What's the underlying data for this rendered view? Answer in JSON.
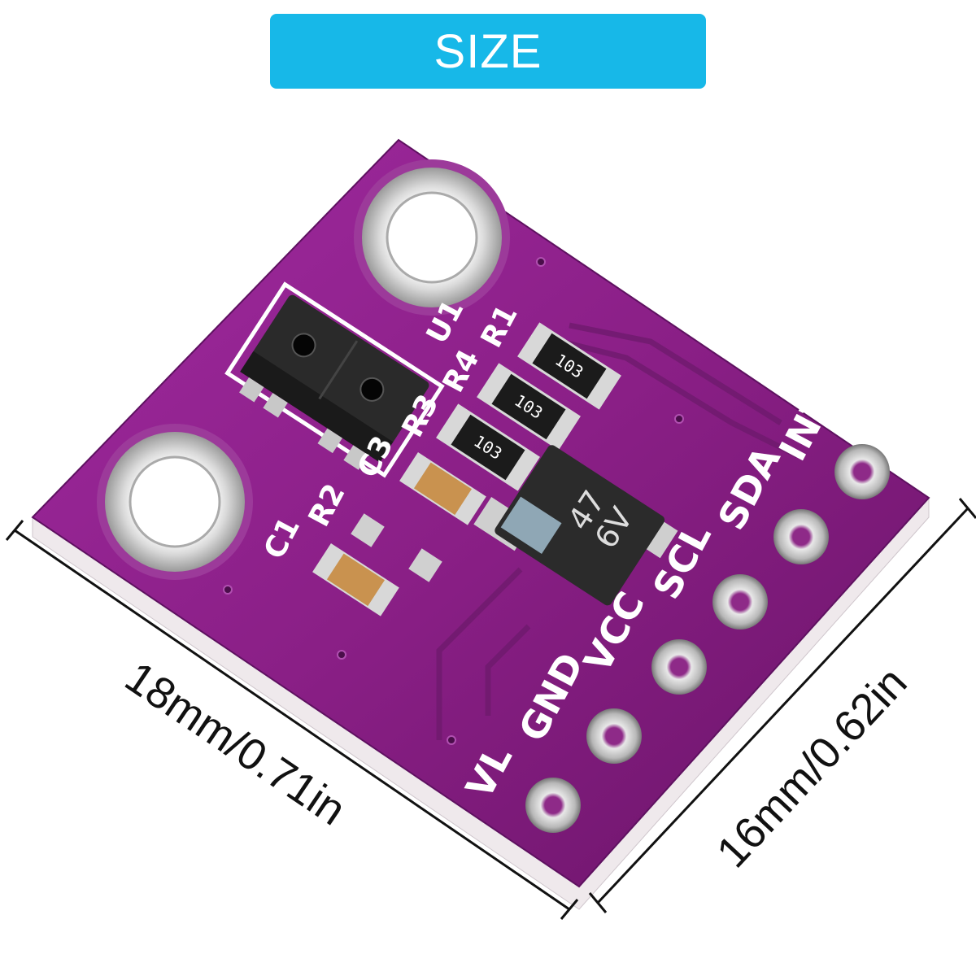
{
  "header": {
    "title": "SIZE"
  },
  "dimensions": {
    "length": "18mm/0.71in",
    "width": "16mm/0.62in"
  },
  "board": {
    "pin_labels": [
      "VL",
      "GND",
      "VCC",
      "SCL",
      "SDA",
      "INT"
    ],
    "component_labels": {
      "u1": "U1",
      "r1": "R1",
      "r2": "R2",
      "r3": "R3",
      "r4": "R4",
      "c1": "C1",
      "c3": "C3"
    },
    "resistor_marking": "103",
    "capacitor_marking_1": "47",
    "capacitor_marking_2": "6V"
  },
  "colors": {
    "badge": "#17b8e8",
    "pcb": "#8a1f86",
    "pcb_dark": "#5e1160",
    "silkscreen": "#ffffff"
  }
}
